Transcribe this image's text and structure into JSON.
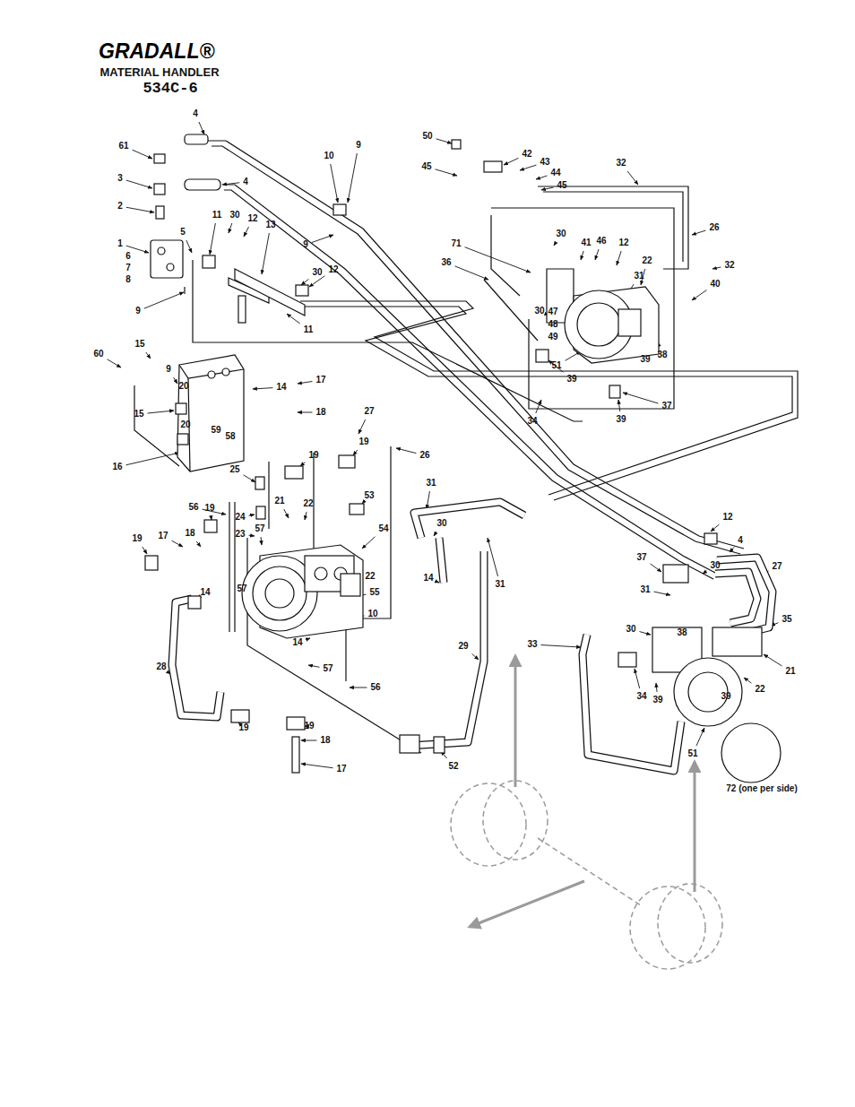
{
  "diagram": {
    "title": "GRADALL®",
    "labels": [
      "MATERIAL HANDLER",
      "534C-6",
      "4",
      "61",
      "3",
      "4",
      "2",
      "5",
      "11",
      "30",
      "12",
      "13",
      "1",
      "6",
      "7",
      "8",
      "9",
      "10",
      "9",
      "9",
      "30",
      "12",
      "11",
      "60",
      "15",
      "9",
      "14",
      "17",
      "15",
      "20",
      "20",
      "16",
      "18",
      "27",
      "59",
      "58",
      "19",
      "19",
      "26",
      "25",
      "21",
      "22",
      "53",
      "24",
      "23",
      "57",
      "54",
      "56",
      "19",
      "17",
      "18",
      "19",
      "57",
      "14",
      "14",
      "22",
      "55",
      "10",
      "57",
      "56",
      "28",
      "19",
      "19",
      "18",
      "17",
      "29",
      "52",
      "31",
      "30",
      "14",
      "31",
      "50",
      "45",
      "42",
      "43",
      "44",
      "45",
      "32",
      "26",
      "32",
      "71",
      "36",
      "30",
      "41",
      "46",
      "12",
      "22",
      "31",
      "40",
      "30",
      "47",
      "48",
      "49",
      "51",
      "39",
      "38",
      "39",
      "37",
      "34",
      "39",
      "12",
      "4",
      "30",
      "27",
      "37",
      "35",
      "31",
      "30",
      "33",
      "38",
      "21",
      "22",
      "34",
      "39",
      "39",
      "51",
      "72 (one per side)"
    ]
  }
}
